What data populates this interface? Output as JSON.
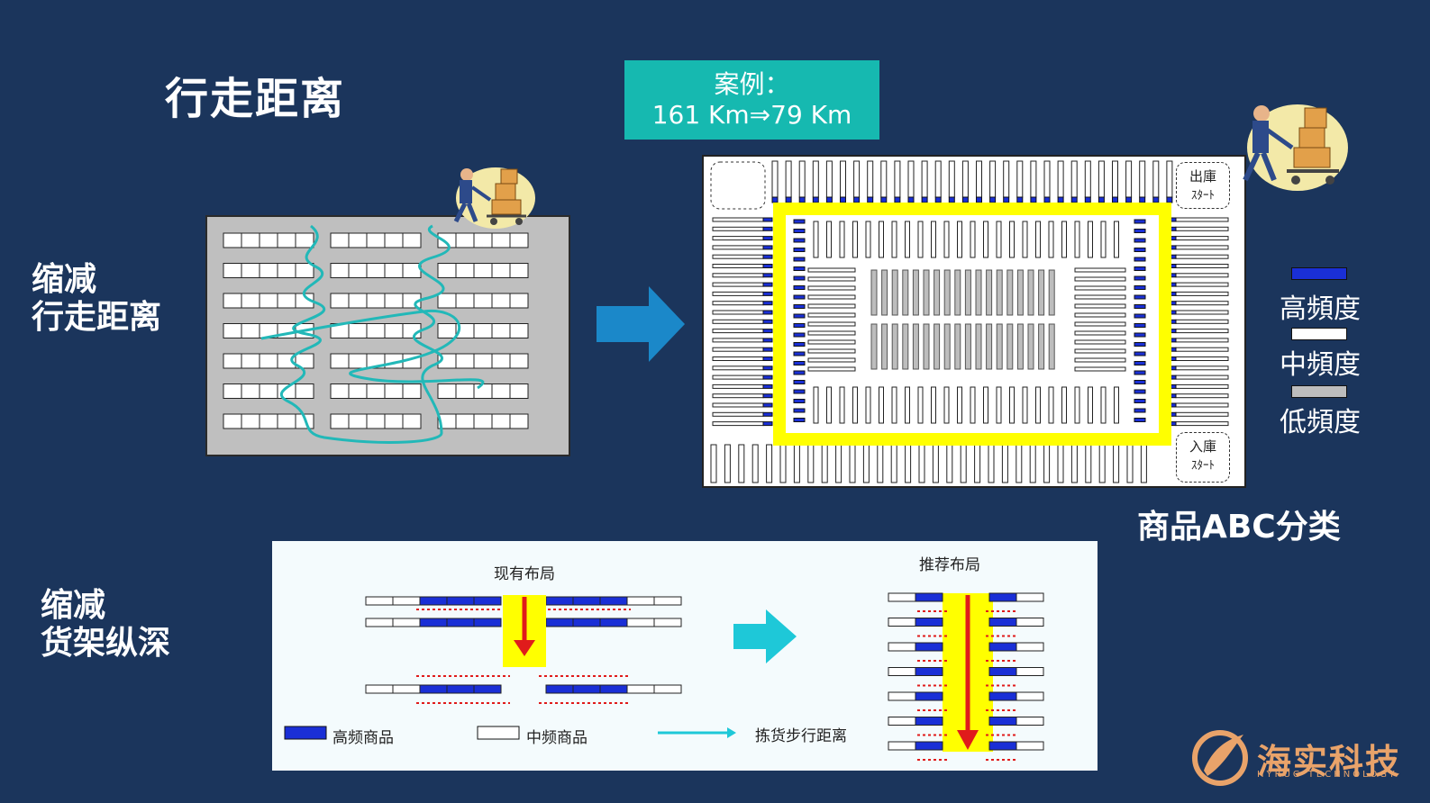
{
  "title": "行走距离",
  "left_labels": {
    "reduce_walk_line1": "缩减",
    "reduce_walk_line2": "行走距离",
    "reduce_depth_line1": "缩减",
    "reduce_depth_line2": "货架纵深"
  },
  "case_box": {
    "line1": "案例：",
    "line2": "161 Km⇒79 Km",
    "color": "#16b9b0"
  },
  "right_diagram": {
    "exit_label_1": "出庫",
    "exit_label_2": "ｽﾀｰﾄ",
    "entry_label_1": "入庫",
    "entry_label_2": "ｽﾀｰﾄ",
    "caption": "商品ABC分类"
  },
  "frequency_legend": {
    "high": "高頻度",
    "mid": "中頻度",
    "low": "低頻度",
    "high_color": "#1a2fd6",
    "mid_color": "#ffffff",
    "low_color": "#bdbdbd"
  },
  "bottom_panel": {
    "current_layout": "现有布局",
    "recommended_layout": "推荐布局",
    "legend_high": "高频商品",
    "legend_mid": "中频商品",
    "legend_path": "拣货步行距离"
  },
  "brand": {
    "name": "海实科技",
    "subtitle": "HYRUG TECHNOLOGY"
  },
  "colors": {
    "background": "#1b355c",
    "arrow_blue": "#1b88c9",
    "arrow_teal": "#1ec8d8",
    "highlight_yellow": "#ffff00",
    "path_teal": "#22b8b8",
    "red_arrow": "#e01b1b"
  }
}
